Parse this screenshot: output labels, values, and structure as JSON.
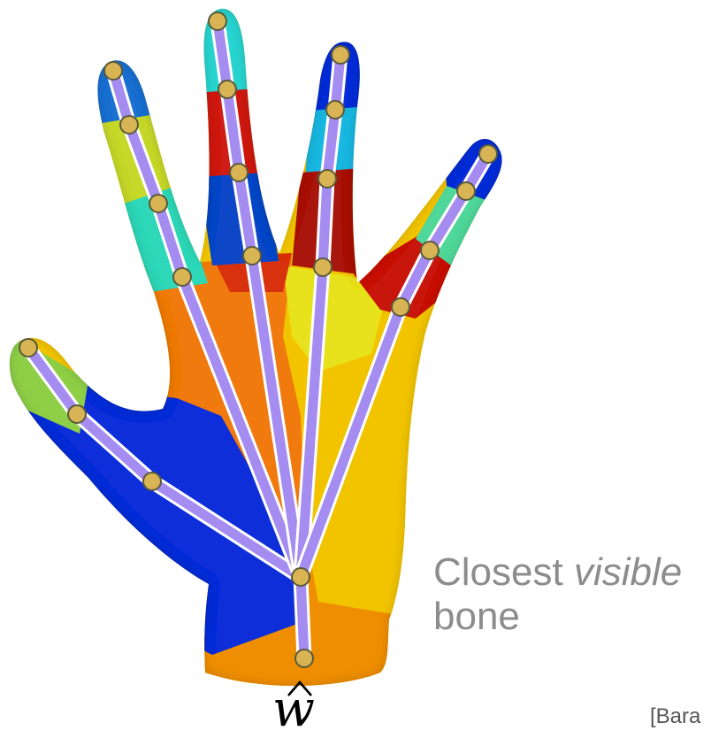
{
  "figure": {
    "caption_line1_prefix": "Closest ",
    "caption_line1_emphasis": "visible",
    "caption_line2": "bone",
    "root_joint_symbol": "w",
    "citation": "[Bara"
  },
  "colors": {
    "bone": "#9a7ff0",
    "bone_outline": "#ffffff",
    "joint_fill": "#d8b455",
    "joint_outline": "#5a5a3a",
    "caption_text": "#8c8c8c",
    "region_blue": "#0a2fd8",
    "region_orange": "#f08a00",
    "region_yellow": "#f2c400",
    "region_red": "#d21a10",
    "region_cyan": "#25d6c8",
    "region_lime": "#b9d63a"
  }
}
